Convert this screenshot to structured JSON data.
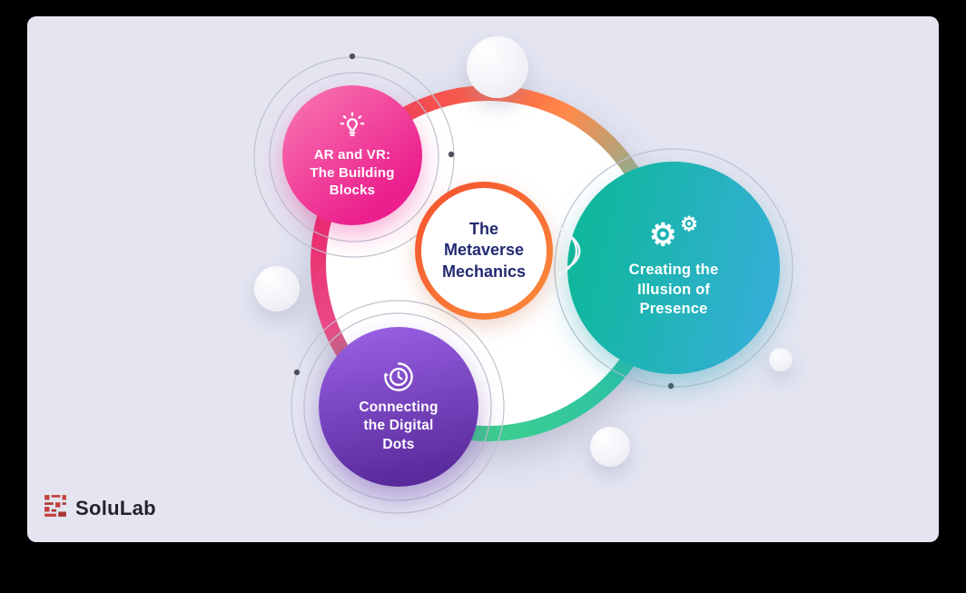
{
  "colors": {
    "frame": "#000000",
    "panel_bg": "#e4e5f1",
    "center_text": "#232a72",
    "center_ring_gradient": [
      "#f4502f",
      "#fb8d3a"
    ],
    "node_ar_vr_gradient": [
      "#fa7ab2",
      "#eb1f8d"
    ],
    "node_presence_gradient": [
      "#0cb897",
      "#37aeda"
    ],
    "node_digital_dots_gradient": [
      "#9c63e8",
      "#5a2b9c"
    ],
    "big_ring_gradient": [
      "#ff6a45",
      "#44c9c0",
      "#3ecf8d",
      "#ea2d6d"
    ],
    "brand_red": "#c5413c",
    "brand_text": "#23232f"
  },
  "diagram": {
    "center": {
      "label": "The\nMetaverse\nMechanics"
    },
    "nodes": [
      {
        "id": "ar-vr",
        "icon": "lightbulb-icon",
        "label": "AR and VR:\nThe Building\nBlocks"
      },
      {
        "id": "presence",
        "icon": "gears-icon",
        "label": "Creating the\nIllusion of\nPresence"
      },
      {
        "id": "digital-dots",
        "icon": "history-clock-icon",
        "label": "Connecting\nthe Digital\nDots"
      }
    ]
  },
  "footer": {
    "brand": "SoluLab",
    "icon": "solulab-logo-icon"
  }
}
